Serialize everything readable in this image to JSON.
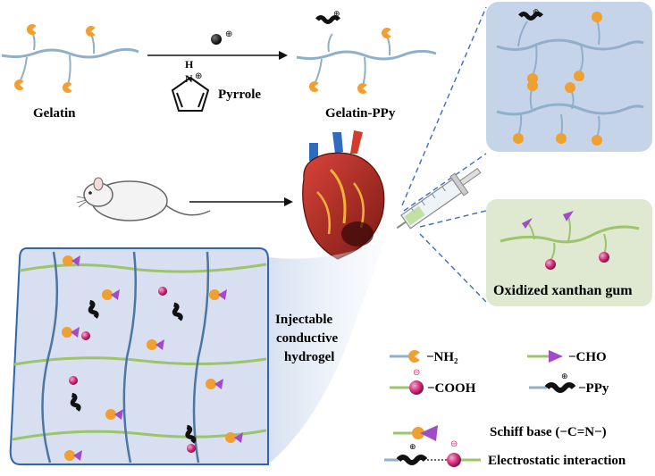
{
  "top_row": {
    "gelatin_label": "Gelatin",
    "pyrrole_label": "Pyrrole",
    "pyrrole_nh": "H",
    "plus_symbol": "⊕",
    "product_label": "Gelatin-PPy"
  },
  "hydrogel_label": [
    "Injectable",
    "conductive",
    "hydrogel"
  ],
  "xanthan_label": "Oxidized xanthan gum",
  "legend": {
    "nh2": "−NH₂",
    "cho": "−CHO",
    "cooh": "−COOH",
    "ppy": "−PPy",
    "schiff": "Schiff base (−C=N−)",
    "electrostatic": "Electrostatic interaction"
  },
  "colors": {
    "gelatin_chain": "#8fb0c8",
    "xanthan_chain": "#9cc46a",
    "amine_orange": "#f0a030",
    "cho_purple": "#a04cc8",
    "cooh_pink": "#d0307a",
    "ppy_black": "#111111",
    "gel_bg": "#c6d4ea",
    "xanthan_bg": "#dfe9d2"
  }
}
